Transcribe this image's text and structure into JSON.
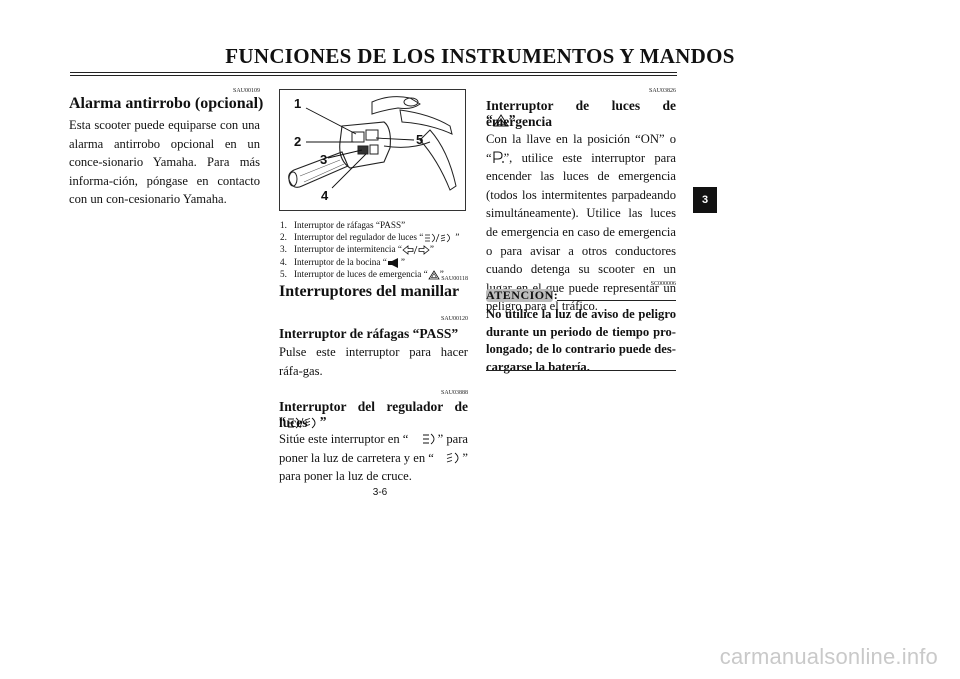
{
  "header": {
    "title": "FUNCIONES DE LOS INSTRUMENTOS Y MANDOS"
  },
  "chapter_tab": "3",
  "page_number": "3-6",
  "left": {
    "code": "SAU00109",
    "heading": "Alarma antirrobo (opcional)",
    "body": "Esta scooter puede equiparse con una alarma antirrobo opcional en un conce-sionario Yamaha. Para más informa-ción, póngase en contacto con un con-cesionario Yamaha."
  },
  "figure": {
    "labels": [
      "1",
      "2",
      "3",
      "4",
      "5"
    ],
    "captions": [
      {
        "num": "1.",
        "text": "Interruptor de ráfagas “PASS”"
      },
      {
        "num": "2.",
        "text": "Interruptor del regulador de luces “",
        "suffix": "”"
      },
      {
        "num": "3.",
        "text": "Interruptor de intermitencia “",
        "suffix": "”"
      },
      {
        "num": "4.",
        "text": "Interruptor de la bocina “",
        "suffix": "”"
      },
      {
        "num": "5.",
        "text": "Interruptor de luces de emergencia “",
        "suffix": "”"
      }
    ]
  },
  "middle": {
    "code1": "SAU00118",
    "heading": "Interruptores del manillar",
    "code2": "SAU00120",
    "sub1": "Interruptor de ráfagas “PASS”",
    "body1": "Pulse este interruptor para hacer ráfa-gas.",
    "code3": "SAU03888",
    "sub2a": "Interruptor del regulador de luces",
    "sub2b_open": "“",
    "sub2b_close": "”",
    "body2a": "Sitúe este interruptor en “",
    "body2b": "” para",
    "body2c": "poner la luz de carretera y en “",
    "body2d": "”",
    "body2e": "para poner la luz de cruce."
  },
  "right": {
    "code1": "SAU03826",
    "sub1a": "Interruptor de luces de emergencia",
    "sub1b_open": "“",
    "sub1b_close": "”",
    "body1a": "Con la llave en la posición “ON” o",
    "body1b_open": "“",
    "body1b_rest": "”, utilice este interruptor para",
    "body1c": "encender las luces de emergencia (todos los intermitentes parpadeando simultáneamente). Utilice las luces de emergencia en caso de emergencia o para avisar a otros conductores cuando detenga su scooter en un lugar en el que puede representar un peligro para el tráfico.",
    "code2": "SC000006",
    "atencion": "ATENCION:",
    "warning": "No utilice la luz de aviso de peligro durante un periodo de tiempo pro-longado; de lo contrario puede des-cargarse la batería."
  },
  "watermark": "carmanualsonline.info"
}
